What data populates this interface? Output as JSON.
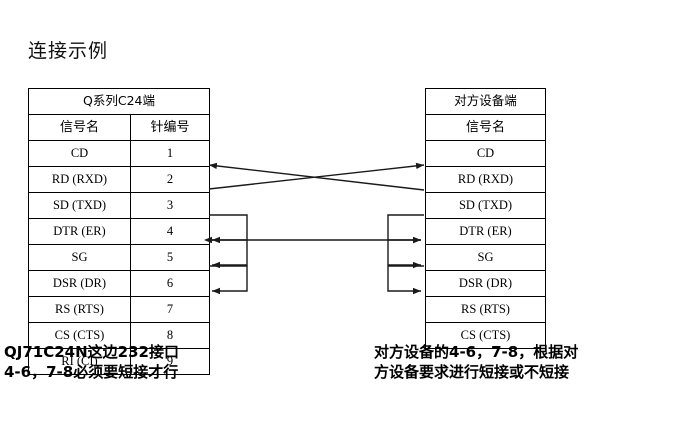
{
  "title": "连接示例",
  "left_table": {
    "header": "Q系列C24端",
    "columns": [
      "信号名",
      "针编号"
    ],
    "rows": [
      {
        "signal": "CD",
        "pin": "1"
      },
      {
        "signal": "RD (RXD)",
        "pin": "2"
      },
      {
        "signal": "SD (TXD)",
        "pin": "3"
      },
      {
        "signal": "DTR (ER)",
        "pin": "4"
      },
      {
        "signal": "SG",
        "pin": "5"
      },
      {
        "signal": "DSR (DR)",
        "pin": "6"
      },
      {
        "signal": "RS (RTS)",
        "pin": "7"
      },
      {
        "signal": "CS (CTS)",
        "pin": "8"
      },
      {
        "signal": "RI (CI)",
        "pin": "9"
      }
    ]
  },
  "right_table": {
    "header": "对方设备端",
    "columns": [
      "信号名"
    ],
    "rows": [
      {
        "signal": "CD"
      },
      {
        "signal": "RD (RXD)"
      },
      {
        "signal": "SD (TXD)"
      },
      {
        "signal": "DTR (ER)"
      },
      {
        "signal": "SG"
      },
      {
        "signal": "DSR (DR)"
      },
      {
        "signal": "RS (RTS)"
      },
      {
        "signal": "CS (CTS)"
      }
    ]
  },
  "captions": {
    "left_line1": "QJ71C24N这边232接口",
    "left_line2": "4-6，7-8必须要短接才行",
    "right_line1": "对方设备的4-6，7-8，根据对",
    "right_line2": "方设备要求进行短接或不短接"
  },
  "colors": {
    "line": "#1a1a1a",
    "border": "#000000",
    "background": "#ffffff",
    "text": "#000000"
  },
  "wiring": {
    "cross_rd_sd": "RD(RXD) 2 ←→ SD(TXD) crossover",
    "cross_sd_rd": "SD(TXD) 3 ←→ RD(RXD) crossover",
    "sg_link": "SG 5 ←→ SG",
    "left_jumper_dtr_dsr": "4-6 短接",
    "left_jumper_rs_cs": "7-8 短接",
    "right_jumper_dtr_dsr": "4-6 短接",
    "right_jumper_rs_cs": "7-8 短接"
  }
}
